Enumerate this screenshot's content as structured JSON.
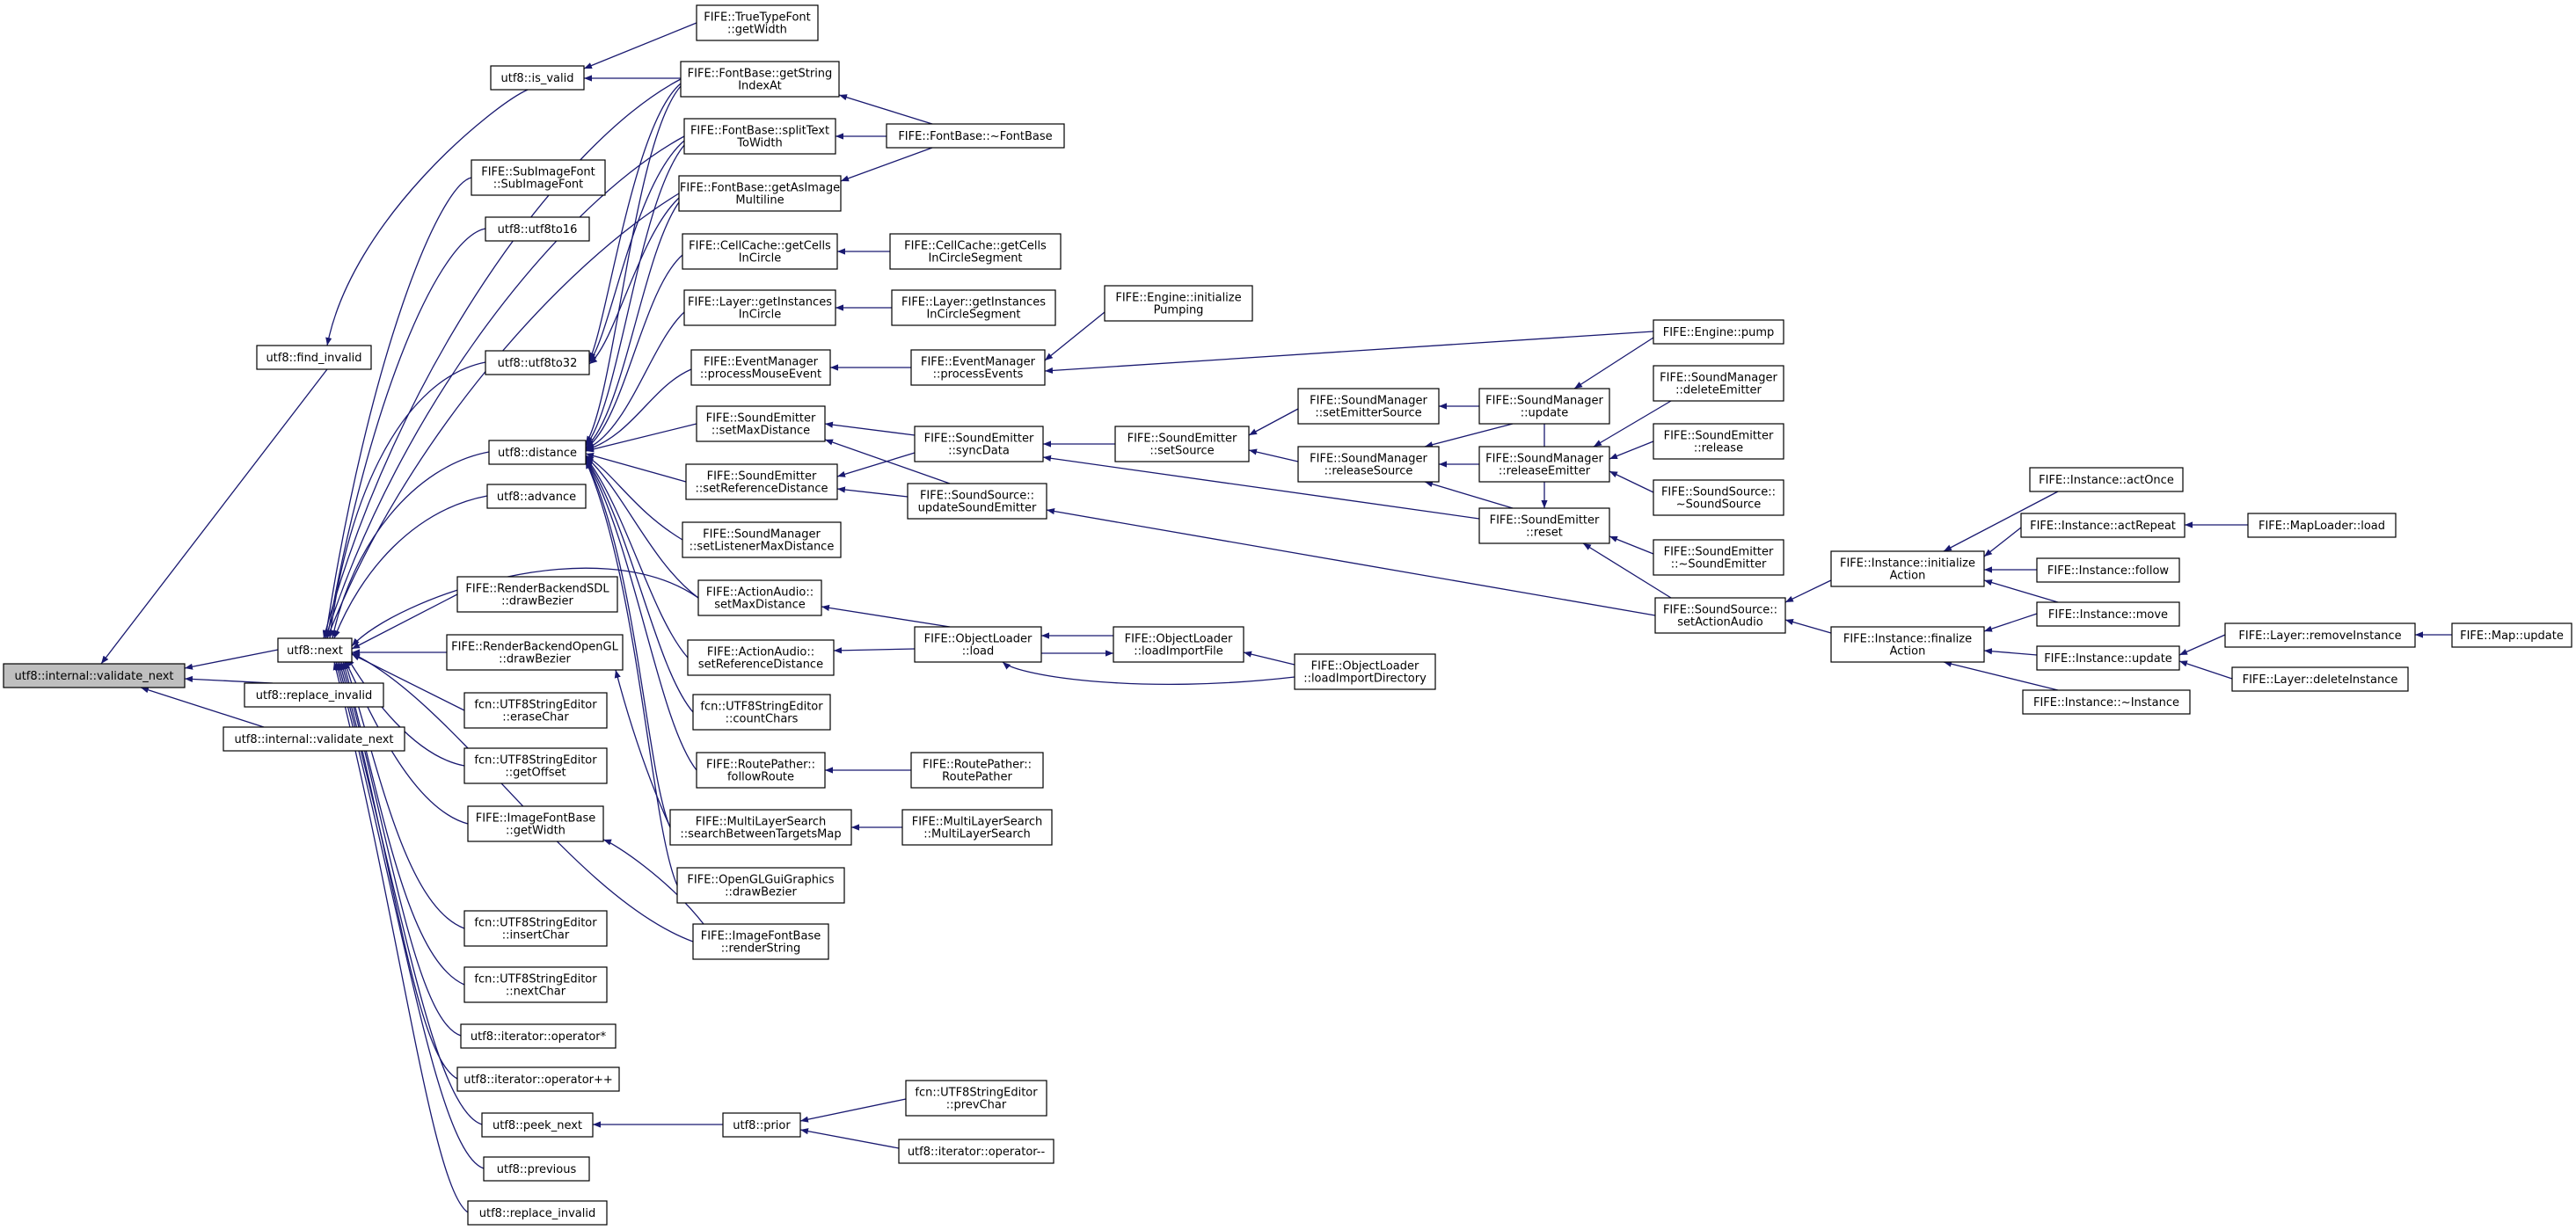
{
  "diagram": {
    "edge_color": "#191970",
    "root_color": "#bfbfbf",
    "nodes": [
      {
        "id": "validate_next",
        "label": [
          "utf8::internal::validate_next"
        ],
        "root": true
      },
      {
        "id": "find_invalid",
        "label": [
          "utf8::find_invalid"
        ]
      },
      {
        "id": "next",
        "label": [
          "utf8::next"
        ]
      },
      {
        "id": "replace_invalid_l2",
        "label": [
          "utf8::replace_invalid"
        ]
      },
      {
        "id": "validate_next2",
        "label": [
          "utf8::internal::validate_next"
        ]
      },
      {
        "id": "is_valid",
        "label": [
          "utf8::is_valid"
        ]
      },
      {
        "id": "tt_getwidth",
        "label": [
          "FIFE::TrueTypeFont",
          "::getWidth"
        ]
      },
      {
        "id": "fb_getstringindex",
        "label": [
          "FIFE::FontBase::getString",
          "IndexAt"
        ]
      },
      {
        "id": "fb_dtor",
        "label": [
          "FIFE::FontBase::~FontBase"
        ]
      },
      {
        "id": "fb_splittext",
        "label": [
          "FIFE::FontBase::splitText",
          "ToWidth"
        ]
      },
      {
        "id": "subimagefont",
        "label": [
          "FIFE::SubImageFont",
          "::SubImageFont"
        ]
      },
      {
        "id": "fb_getasimage",
        "label": [
          "FIFE::FontBase::getAsImage",
          "Multiline"
        ]
      },
      {
        "id": "utf8to16",
        "label": [
          "utf8::utf8to16"
        ]
      },
      {
        "id": "cc_getcells",
        "label": [
          "FIFE::CellCache::getCells",
          "InCircle"
        ]
      },
      {
        "id": "cc_getcellsseg",
        "label": [
          "FIFE::CellCache::getCells",
          "InCircleSegment"
        ]
      },
      {
        "id": "layer_getinst",
        "label": [
          "FIFE::Layer::getInstances",
          "InCircle"
        ]
      },
      {
        "id": "layer_getinstseg",
        "label": [
          "FIFE::Layer::getInstances",
          "InCircleSegment"
        ]
      },
      {
        "id": "engine_initpump",
        "label": [
          "FIFE::Engine::initialize",
          "Pumping"
        ]
      },
      {
        "id": "utf8to32",
        "label": [
          "utf8::utf8to32"
        ]
      },
      {
        "id": "engine_pump",
        "label": [
          "FIFE::Engine::pump"
        ]
      },
      {
        "id": "em_processmouse",
        "label": [
          "FIFE::EventManager",
          "::processMouseEvent"
        ]
      },
      {
        "id": "em_processevents",
        "label": [
          "FIFE::EventManager",
          "::processEvents"
        ]
      },
      {
        "id": "sm_deleteemitter",
        "label": [
          "FIFE::SoundManager",
          "::deleteEmitter"
        ]
      },
      {
        "id": "sm_setemittersource",
        "label": [
          "FIFE::SoundManager",
          "::setEmitterSource"
        ]
      },
      {
        "id": "sm_update",
        "label": [
          "FIFE::SoundManager",
          "::update"
        ]
      },
      {
        "id": "se_setmaxdistance",
        "label": [
          "FIFE::SoundEmitter",
          "::setMaxDistance"
        ]
      },
      {
        "id": "se_syncdata",
        "label": [
          "FIFE::SoundEmitter",
          "::syncData"
        ]
      },
      {
        "id": "se_setsource",
        "label": [
          "FIFE::SoundEmitter",
          "::setSource"
        ]
      },
      {
        "id": "distance",
        "label": [
          "utf8::distance"
        ]
      },
      {
        "id": "sm_releasesource",
        "label": [
          "FIFE::SoundManager",
          "::releaseSource"
        ]
      },
      {
        "id": "sm_releaseemitter",
        "label": [
          "FIFE::SoundManager",
          "::releaseEmitter"
        ]
      },
      {
        "id": "se_release",
        "label": [
          "FIFE::SoundEmitter",
          "::release"
        ]
      },
      {
        "id": "se_setrefdistance",
        "label": [
          "FIFE::SoundEmitter",
          "::setReferenceDistance"
        ]
      },
      {
        "id": "ss_updatesoundemitter",
        "label": [
          "FIFE::SoundSource::",
          "updateSoundEmitter"
        ]
      },
      {
        "id": "ss_dtor",
        "label": [
          "FIFE::SoundSource::",
          "~SoundSource"
        ]
      },
      {
        "id": "advance",
        "label": [
          "utf8::advance"
        ]
      },
      {
        "id": "inst_actonce",
        "label": [
          "FIFE::Instance::actOnce"
        ]
      },
      {
        "id": "se_reset",
        "label": [
          "FIFE::SoundEmitter",
          "::reset"
        ]
      },
      {
        "id": "sm_setlistenermax",
        "label": [
          "FIFE::SoundManager",
          "::setListenerMaxDistance"
        ]
      },
      {
        "id": "inst_actrepeat",
        "label": [
          "FIFE::Instance::actRepeat"
        ]
      },
      {
        "id": "maploader_load",
        "label": [
          "FIFE::MapLoader::load"
        ]
      },
      {
        "id": "se_dtor",
        "label": [
          "FIFE::SoundEmitter",
          "::~SoundEmitter"
        ]
      },
      {
        "id": "inst_initaction",
        "label": [
          "FIFE::Instance::initialize",
          "Action"
        ]
      },
      {
        "id": "inst_follow",
        "label": [
          "FIFE::Instance::follow"
        ]
      },
      {
        "id": "rb_sdl_drawbezier",
        "label": [
          "FIFE::RenderBackendSDL",
          "::drawBezier"
        ]
      },
      {
        "id": "aa_setmaxdistance",
        "label": [
          "FIFE::ActionAudio::",
          "setMaxDistance"
        ]
      },
      {
        "id": "ss_setactionaudio",
        "label": [
          "FIFE::SoundSource::",
          "setActionAudio"
        ]
      },
      {
        "id": "inst_move",
        "label": [
          "FIFE::Instance::move"
        ]
      },
      {
        "id": "ol_load",
        "label": [
          "FIFE::ObjectLoader",
          "::load"
        ]
      },
      {
        "id": "ol_loadimportfile",
        "label": [
          "FIFE::ObjectLoader",
          "::loadImportFile"
        ]
      },
      {
        "id": "inst_finaction",
        "label": [
          "FIFE::Instance::finalize",
          "Action"
        ]
      },
      {
        "id": "layer_removeinst",
        "label": [
          "FIFE::Layer::removeInstance"
        ]
      },
      {
        "id": "map_update",
        "label": [
          "FIFE::Map::update"
        ]
      },
      {
        "id": "rb_gl_drawbezier",
        "label": [
          "FIFE::RenderBackendOpenGL",
          "::drawBezier"
        ]
      },
      {
        "id": "aa_setrefdistance",
        "label": [
          "FIFE::ActionAudio::",
          "setReferenceDistance"
        ]
      },
      {
        "id": "ol_loadimportdir",
        "label": [
          "FIFE::ObjectLoader",
          "::loadImportDirectory"
        ]
      },
      {
        "id": "inst_update",
        "label": [
          "FIFE::Instance::update"
        ]
      },
      {
        "id": "layer_deleteinst",
        "label": [
          "FIFE::Layer::deleteInstance"
        ]
      },
      {
        "id": "inst_dtor",
        "label": [
          "FIFE::Instance::~Instance"
        ]
      },
      {
        "id": "ed_erasechar",
        "label": [
          "fcn::UTF8StringEditor",
          "::eraseChar"
        ]
      },
      {
        "id": "ed_countchars",
        "label": [
          "fcn::UTF8StringEditor",
          "::countChars"
        ]
      },
      {
        "id": "ed_getoffset",
        "label": [
          "fcn::UTF8StringEditor",
          "::getOffset"
        ]
      },
      {
        "id": "rp_followroute",
        "label": [
          "FIFE::RoutePather::",
          "followRoute"
        ]
      },
      {
        "id": "rp_ctor",
        "label": [
          "FIFE::RoutePather::",
          "RoutePather"
        ]
      },
      {
        "id": "ifb_getwidth",
        "label": [
          "FIFE::ImageFontBase",
          "::getWidth"
        ]
      },
      {
        "id": "mls_search",
        "label": [
          "FIFE::MultiLayerSearch",
          "::searchBetweenTargetsMap"
        ]
      },
      {
        "id": "mls_ctor",
        "label": [
          "FIFE::MultiLayerSearch",
          "::MultiLayerSearch"
        ]
      },
      {
        "id": "oglgui_drawbezier",
        "label": [
          "FIFE::OpenGLGuiGraphics",
          "::drawBezier"
        ]
      },
      {
        "id": "ed_insertchar",
        "label": [
          "fcn::UTF8StringEditor",
          "::insertChar"
        ]
      },
      {
        "id": "ifb_renderstring",
        "label": [
          "FIFE::ImageFontBase",
          "::renderString"
        ]
      },
      {
        "id": "ed_nextchar",
        "label": [
          "fcn::UTF8StringEditor",
          "::nextChar"
        ]
      },
      {
        "id": "it_deref",
        "label": [
          "utf8::iterator::operator*"
        ]
      },
      {
        "id": "it_inc",
        "label": [
          "utf8::iterator::operator++"
        ]
      },
      {
        "id": "ed_prevchar",
        "label": [
          "fcn::UTF8StringEditor",
          "::prevChar"
        ]
      },
      {
        "id": "peek_next",
        "label": [
          "utf8::peek_next"
        ]
      },
      {
        "id": "prior",
        "label": [
          "utf8::prior"
        ]
      },
      {
        "id": "it_dec",
        "label": [
          "utf8::iterator::operator--"
        ]
      },
      {
        "id": "previous",
        "label": [
          "utf8::previous"
        ]
      },
      {
        "id": "replace_invalid_l3",
        "label": [
          "utf8::replace_invalid"
        ]
      }
    ],
    "edges": [
      {
        "from": "find_invalid",
        "to": "validate_next"
      },
      {
        "from": "next",
        "to": "validate_next"
      },
      {
        "from": "replace_invalid_l2",
        "to": "validate_next"
      },
      {
        "from": "validate_next2",
        "to": "validate_next"
      },
      {
        "from": "is_valid",
        "to": "find_invalid"
      },
      {
        "from": "tt_getwidth",
        "to": "is_valid"
      },
      {
        "from": "fb_getstringindex",
        "to": "is_valid"
      },
      {
        "from": "fb_dtor",
        "to": "fb_getstringindex"
      },
      {
        "from": "fb_dtor",
        "to": "fb_splittext"
      },
      {
        "from": "fb_dtor",
        "to": "fb_getasimage"
      },
      {
        "from": "subimagefont",
        "to": "next"
      },
      {
        "from": "utf8to16",
        "to": "next"
      },
      {
        "from": "utf8to32",
        "to": "next"
      },
      {
        "from": "distance",
        "to": "next"
      },
      {
        "from": "advance",
        "to": "next"
      },
      {
        "from": "fb_getstringindex",
        "to": "next"
      },
      {
        "from": "fb_splittext",
        "to": "next"
      },
      {
        "from": "fb_getasimage",
        "to": "next"
      },
      {
        "from": "rb_sdl_drawbezier",
        "to": "next"
      },
      {
        "from": "rb_gl_drawbezier",
        "to": "next"
      },
      {
        "from": "ed_erasechar",
        "to": "next"
      },
      {
        "from": "ed_getoffset",
        "to": "next"
      },
      {
        "from": "ifb_getwidth",
        "to": "next"
      },
      {
        "from": "ed_insertchar",
        "to": "next"
      },
      {
        "from": "ed_nextchar",
        "to": "next"
      },
      {
        "from": "it_deref",
        "to": "next"
      },
      {
        "from": "it_inc",
        "to": "next"
      },
      {
        "from": "peek_next",
        "to": "next"
      },
      {
        "from": "previous",
        "to": "next"
      },
      {
        "from": "replace_invalid_l3",
        "to": "next"
      },
      {
        "from": "ifb_renderstring",
        "to": "next"
      },
      {
        "from": "aa_setmaxdistance",
        "to": "next"
      },
      {
        "from": "fb_getstringindex",
        "to": "utf8to32"
      },
      {
        "from": "fb_splittext",
        "to": "utf8to32"
      },
      {
        "from": "fb_getasimage",
        "to": "utf8to32"
      },
      {
        "from": "fb_getstringindex",
        "to": "distance"
      },
      {
        "from": "fb_splittext",
        "to": "distance"
      },
      {
        "from": "fb_getasimage",
        "to": "distance"
      },
      {
        "from": "cc_getcells",
        "to": "distance"
      },
      {
        "from": "layer_getinst",
        "to": "distance"
      },
      {
        "from": "em_processmouse",
        "to": "distance"
      },
      {
        "from": "se_setmaxdistance",
        "to": "distance"
      },
      {
        "from": "se_setrefdistance",
        "to": "distance"
      },
      {
        "from": "sm_setlistenermax",
        "to": "distance"
      },
      {
        "from": "aa_setmaxdistance",
        "to": "distance"
      },
      {
        "from": "aa_setrefdistance",
        "to": "distance"
      },
      {
        "from": "ed_countchars",
        "to": "distance"
      },
      {
        "from": "rp_followroute",
        "to": "distance"
      },
      {
        "from": "mls_search",
        "to": "distance"
      },
      {
        "from": "oglgui_drawbezier",
        "to": "distance"
      },
      {
        "from": "ifb_renderstring",
        "to": "ifb_getwidth"
      },
      {
        "from": "mls_search",
        "to": "rb_gl_drawbezier"
      },
      {
        "from": "cc_getcellsseg",
        "to": "cc_getcells"
      },
      {
        "from": "layer_getinstseg",
        "to": "layer_getinst"
      },
      {
        "from": "em_processevents",
        "to": "em_processmouse"
      },
      {
        "from": "engine_initpump",
        "to": "em_processevents"
      },
      {
        "from": "engine_pump",
        "to": "em_processevents"
      },
      {
        "from": "se_syncdata",
        "to": "se_setmaxdistance"
      },
      {
        "from": "se_syncdata",
        "to": "se_setrefdistance"
      },
      {
        "from": "ss_updatesoundemitter",
        "to": "se_setmaxdistance"
      },
      {
        "from": "ss_updatesoundemitter",
        "to": "se_setrefdistance"
      },
      {
        "from": "se_setsource",
        "to": "se_syncdata"
      },
      {
        "from": "se_reset",
        "to": "se_syncdata"
      },
      {
        "from": "sm_setemittersource",
        "to": "se_setsource"
      },
      {
        "from": "sm_releasesource",
        "to": "se_setsource"
      },
      {
        "from": "sm_update",
        "to": "sm_setemittersource"
      },
      {
        "from": "engine_pump",
        "to": "sm_update"
      },
      {
        "from": "sm_update",
        "to": "sm_releasesource"
      },
      {
        "from": "sm_releaseemitter",
        "to": "sm_releasesource"
      },
      {
        "from": "se_reset",
        "to": "sm_releasesource"
      },
      {
        "from": "sm_deleteemitter",
        "to": "sm_releaseemitter"
      },
      {
        "from": "se_release",
        "to": "sm_releaseemitter"
      },
      {
        "from": "ss_dtor",
        "to": "sm_releaseemitter"
      },
      {
        "from": "sm_update",
        "to": "se_reset"
      },
      {
        "from": "se_dtor",
        "to": "se_reset"
      },
      {
        "from": "ss_setactionaudio",
        "to": "se_reset"
      },
      {
        "from": "ss_setactionaudio",
        "to": "ss_updatesoundemitter"
      },
      {
        "from": "inst_initaction",
        "to": "ss_setactionaudio"
      },
      {
        "from": "inst_finaction",
        "to": "ss_setactionaudio"
      },
      {
        "from": "inst_actonce",
        "to": "inst_initaction"
      },
      {
        "from": "inst_actrepeat",
        "to": "inst_initaction"
      },
      {
        "from": "inst_follow",
        "to": "inst_initaction"
      },
      {
        "from": "inst_move",
        "to": "inst_initaction"
      },
      {
        "from": "maploader_load",
        "to": "inst_actrepeat"
      },
      {
        "from": "inst_move",
        "to": "inst_finaction"
      },
      {
        "from": "inst_update",
        "to": "inst_finaction"
      },
      {
        "from": "inst_dtor",
        "to": "inst_finaction"
      },
      {
        "from": "layer_removeinst",
        "to": "inst_update"
      },
      {
        "from": "layer_deleteinst",
        "to": "inst_update"
      },
      {
        "from": "map_update",
        "to": "layer_removeinst"
      },
      {
        "from": "ol_load",
        "to": "aa_setmaxdistance"
      },
      {
        "from": "ol_load",
        "to": "aa_setrefdistance"
      },
      {
        "from": "ol_loadimportfile",
        "to": "ol_load"
      },
      {
        "from": "ol_load",
        "to": "ol_loadimportfile"
      },
      {
        "from": "ol_loadimportdir",
        "to": "ol_load"
      },
      {
        "from": "ol_loadimportdir",
        "to": "ol_loadimportfile"
      },
      {
        "from": "rp_ctor",
        "to": "rp_followroute"
      },
      {
        "from": "mls_ctor",
        "to": "mls_search"
      },
      {
        "from": "prior",
        "to": "peek_next"
      },
      {
        "from": "ed_prevchar",
        "to": "prior"
      },
      {
        "from": "it_dec",
        "to": "prior"
      }
    ]
  }
}
